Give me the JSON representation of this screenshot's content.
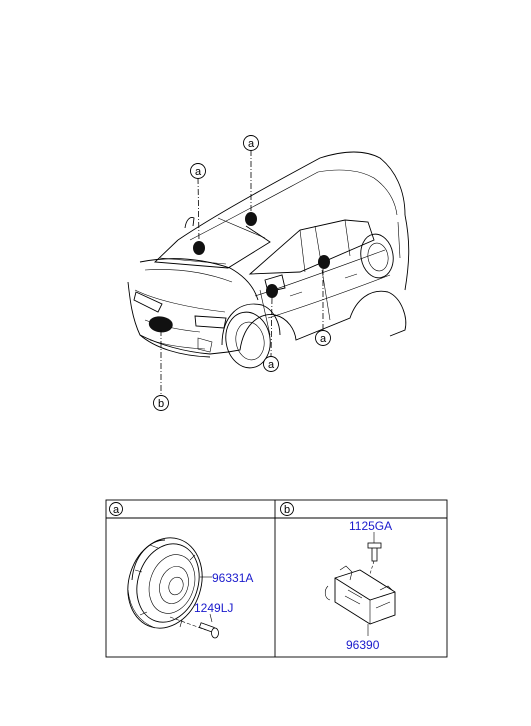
{
  "callouts": {
    "a_top": "a",
    "a_left": "a",
    "a_mirror": "a",
    "a_door": "a",
    "b_front": "b"
  },
  "table": {
    "a_header": "a",
    "b_header": "b",
    "speaker_part": "96331A",
    "screw_part": "1249LJ",
    "bolt_part": "1125GA",
    "amp_part": "96390"
  },
  "colors": {
    "part_number": "#1a1acc",
    "line": "#000000"
  }
}
